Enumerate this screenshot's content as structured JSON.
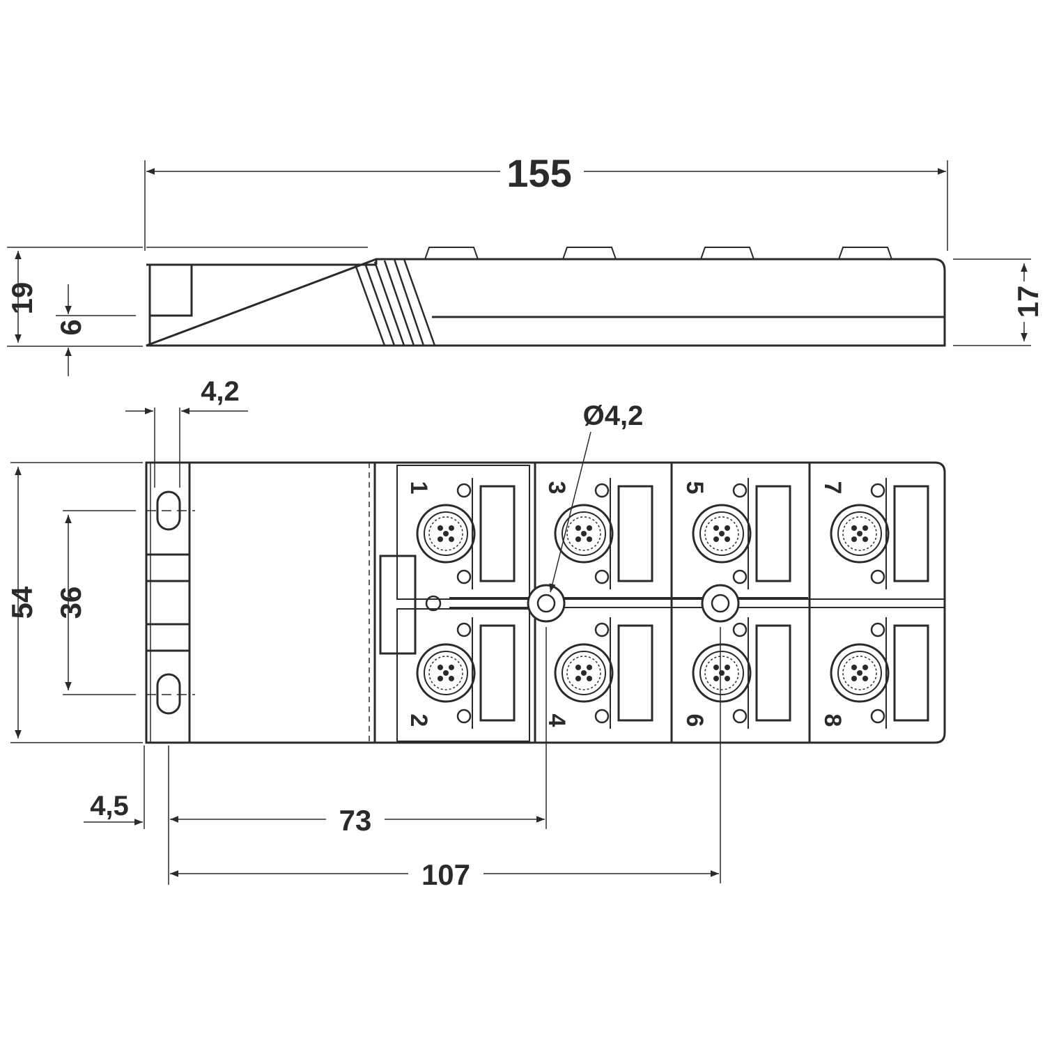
{
  "dimensions": {
    "total_length": "155",
    "height_overall": "19",
    "height_body": "17",
    "base_height": "6",
    "slot_width": "4,2",
    "hole_diameter": "Ø4,2",
    "overall_width": "54",
    "hole_spacing": "36",
    "edge_offset": "4,5",
    "hole1_position": "73",
    "hole2_position": "107"
  },
  "ports": {
    "top": [
      "1",
      "3",
      "5",
      "7"
    ],
    "bottom": [
      "2",
      "4",
      "6",
      "8"
    ]
  },
  "colors": {
    "line": "#2a2a2a",
    "background": "#ffffff"
  }
}
